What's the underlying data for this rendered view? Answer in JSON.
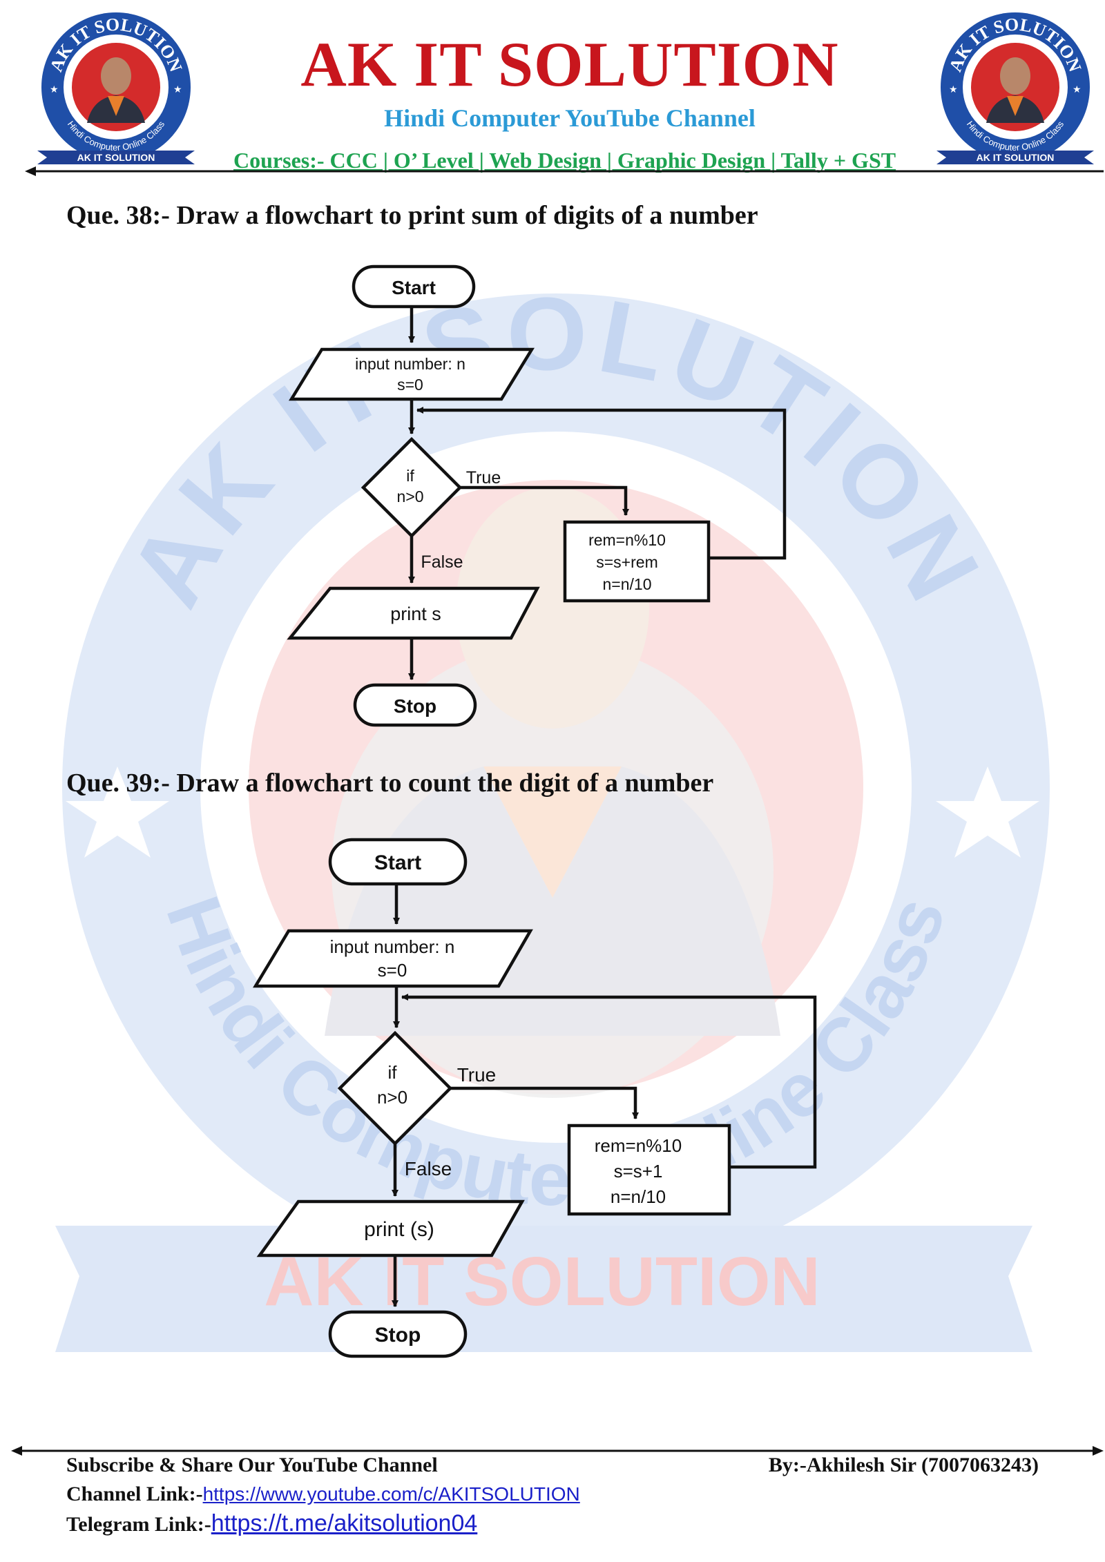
{
  "header": {
    "title": "AK IT SOLUTION",
    "subtitle": "Hindi Computer YouTube Channel",
    "courses": "Courses:- CCC | O’ Level | Web Design | Graphic Design | Tally + GST",
    "logo": {
      "ring_text_top": "AK IT SOLUTION",
      "ring_text_bottom": "Hindi Computer Online Class",
      "banner_text": "AK IT SOLUTION"
    }
  },
  "watermark": {
    "top_text": "AK IT SOLUTION",
    "bottom_text": "Hindi Computer Online Class",
    "banner_text": "AK IT SOLUTION"
  },
  "questions": [
    {
      "heading": "Que. 38:- Draw a flowchart to print sum of digits of a number",
      "flowchart": {
        "start": "Start",
        "input_line1": "input number: n",
        "input_line2": "s=0",
        "decision_line1": "if",
        "decision_line2": "n>0",
        "true_label": "True",
        "false_label": "False",
        "process_line1": "rem=n%10",
        "process_line2": "s=s+rem",
        "process_line3": "n=n/10",
        "output": "print s",
        "stop": "Stop"
      }
    },
    {
      "heading": "Que. 39:- Draw a flowchart to count the digit of a number",
      "flowchart": {
        "start": "Start",
        "input_line1": "input number: n",
        "input_line2": "s=0",
        "decision_line1": "if",
        "decision_line2": "n>0",
        "true_label": "True",
        "false_label": "False",
        "process_line1": "rem=n%10",
        "process_line2": "s=s+1",
        "process_line3": "n=n/10",
        "output": "print (s)",
        "stop": "Stop"
      }
    }
  ],
  "footer": {
    "subscribe": "Subscribe & Share Our YouTube Channel",
    "author": "By:-Akhilesh Sir (7007063243)",
    "channel_label": "Channel Link:-",
    "channel_url": "https://www.youtube.com/c/AKITSOLUTION",
    "telegram_label": "Telegram Link:-",
    "telegram_url": "https://t.me/akitsolution04"
  },
  "colors": {
    "title_red": "#c8161d",
    "subtitle_blue": "#2b9ad6",
    "courses_green": "#1ea351",
    "link_blue": "#1a20c9",
    "logo_blue": "#1f4fa8",
    "watermark_blue": "#dfe8f8",
    "watermark_red": "#fbe0e0"
  }
}
